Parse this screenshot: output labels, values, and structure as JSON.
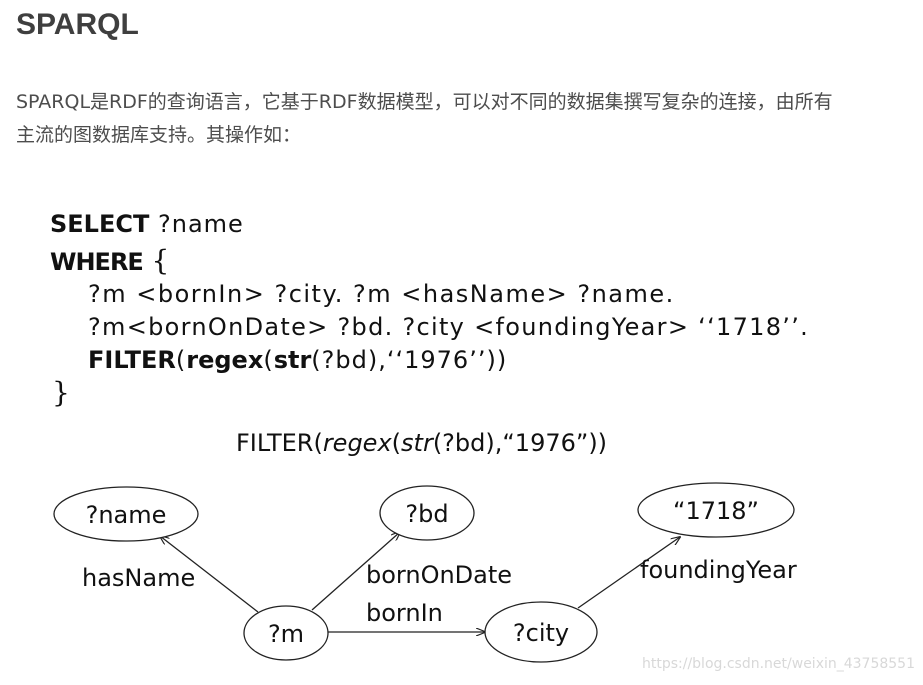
{
  "article": {
    "heading": "SPARQL",
    "paragraph_line1": "SPARQL是RDF的查询语言，它基于RDF数据模型，可以对不同的数据集撰写复杂的连接，由所有",
    "paragraph_line2": "主流的图数据库支持。其操作如："
  },
  "query": {
    "select_kw": "SELECT",
    "select_var": "?name",
    "where_kw": "WHERE",
    "open_brace": "{",
    "line3": "?m <bornIn> ?city. ?m <hasName> ?name.",
    "line4": "?m<bornOnDate> ?bd. ?city <foundingYear> ‘‘1718’’.",
    "filter_kw": "FILTER",
    "filter_open": "(",
    "regex_kw": "regex",
    "regex_open": "(",
    "str_kw": "str",
    "filter_rest": "(?bd),‘‘1976’’))",
    "close_brace": "}"
  },
  "graph": {
    "filter_caption_prefix": "FILTER(",
    "filter_caption_regex": "regex",
    "filter_caption_mid": "(",
    "filter_caption_str": "str",
    "filter_caption_suffix": "(?bd),“1976”))",
    "nodes": {
      "name": "?name",
      "bd": "?bd",
      "year": "“1718”",
      "m": "?m",
      "city": "?city"
    },
    "edges": {
      "hasName": "hasName",
      "bornOnDate": "bornOnDate",
      "bornIn": "bornIn",
      "foundingYear": "foundingYear"
    }
  },
  "watermark": "https://blog.csdn.net/weixin_43758551"
}
